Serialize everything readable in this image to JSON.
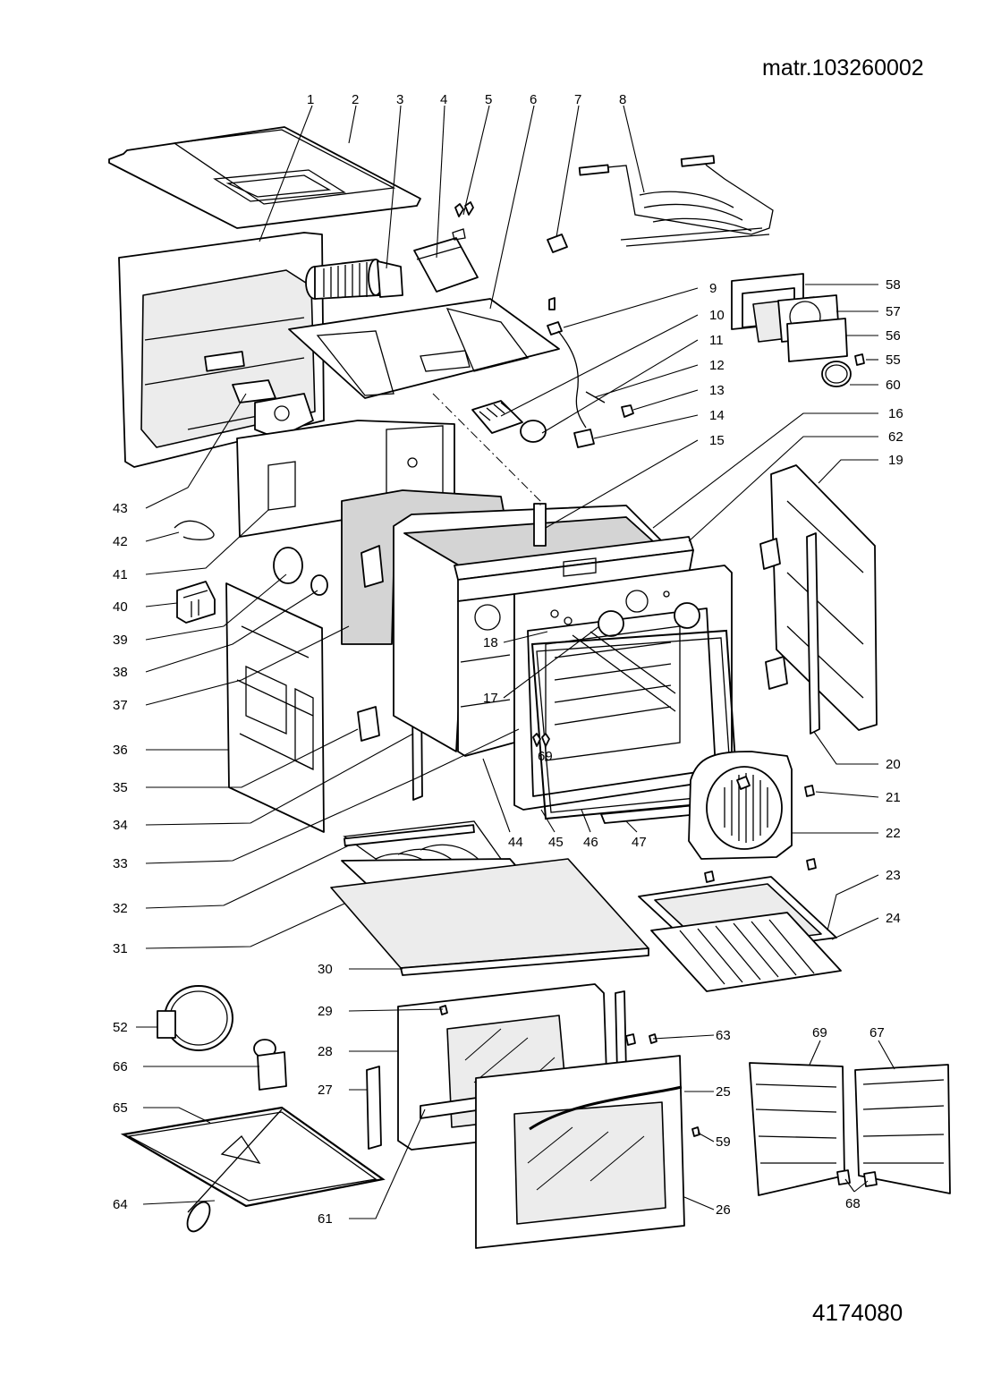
{
  "header": {
    "matr": "matr.103260002"
  },
  "footer": {
    "drawing_number": "4174080"
  },
  "callouts": [
    "1",
    "2",
    "3",
    "4",
    "5",
    "6",
    "7",
    "8",
    "9",
    "10",
    "11",
    "12",
    "13",
    "14",
    "15",
    "16",
    "62",
    "19",
    "58",
    "57",
    "56",
    "55",
    "60",
    "43",
    "42",
    "41",
    "40",
    "39",
    "38",
    "37",
    "36",
    "35",
    "34",
    "33",
    "32",
    "31",
    "30",
    "18",
    "17",
    "69",
    "44",
    "45",
    "46",
    "47",
    "20",
    "21",
    "22",
    "23",
    "24",
    "52",
    "66",
    "65",
    "64",
    "29",
    "28",
    "27",
    "61",
    "63",
    "25",
    "59",
    "26",
    "69",
    "67",
    "68"
  ]
}
